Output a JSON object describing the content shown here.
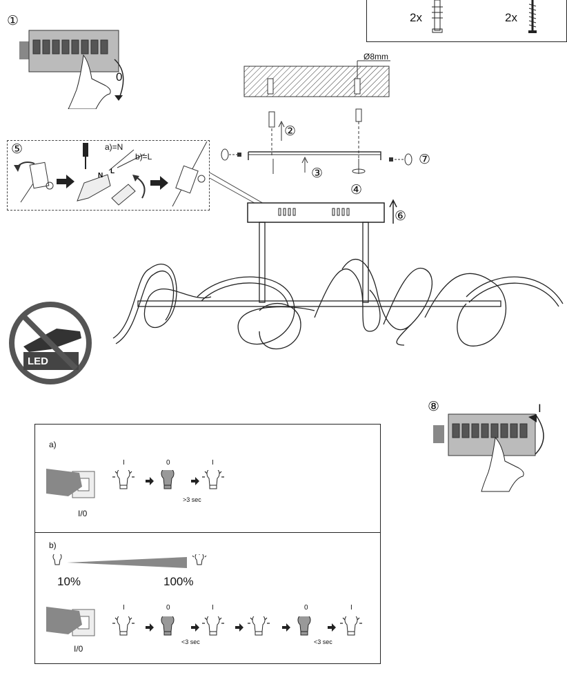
{
  "parts_box": {
    "qty_1": "2x",
    "qty_2": "2x",
    "icon_1": "wall-plug-icon",
    "icon_2": "screw-icon"
  },
  "drill_label": "Ø8mm",
  "steps": {
    "s1": "①",
    "s2": "②",
    "s3": "③",
    "s4": "④",
    "s5": "⑤",
    "s6": "⑥",
    "s7": "⑦",
    "s8": "⑧"
  },
  "switch_off_label": "0",
  "switch_on_label": "I",
  "wiring": {
    "a": "a)=N",
    "b": "b)=L",
    "term_n": "N",
    "term_l": "L"
  },
  "no_touch_label": "LED",
  "panel_a": {
    "tag": "a)",
    "switch_caption": "I/0",
    "states": [
      "I",
      "0",
      "I"
    ],
    "timing": ">3 sec"
  },
  "panel_b": {
    "tag": "b)",
    "dim_min": "10%",
    "dim_max": "100%",
    "switch_caption": "I/0",
    "states": [
      "I",
      "0",
      "I",
      "0",
      "I"
    ],
    "timing_1": "<3 sec",
    "timing_2": "<3 sec"
  }
}
